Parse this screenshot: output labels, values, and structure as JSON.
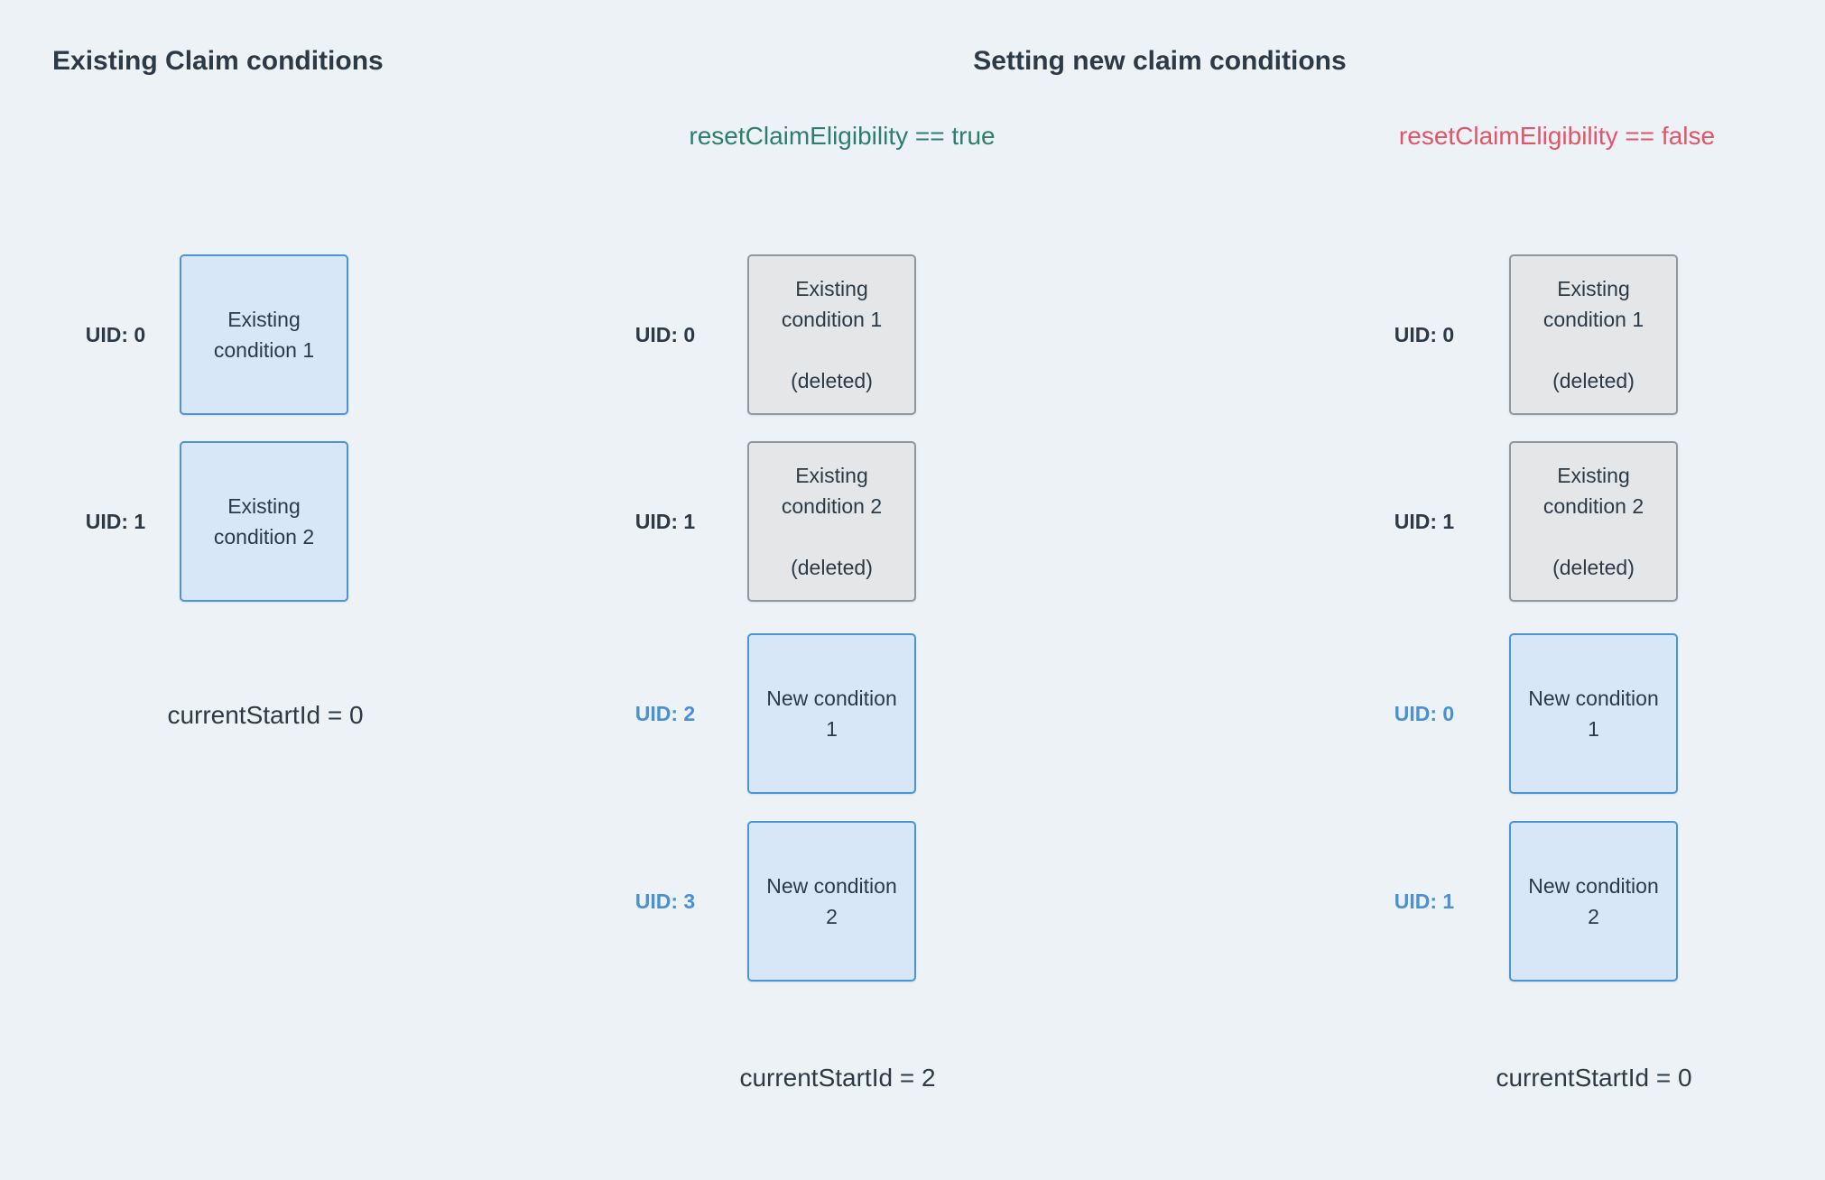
{
  "colors": {
    "background": "#edf2f6",
    "heading_text": "#2c3a47",
    "box_text": "#2c3a47",
    "true_green": "#2e7e6e",
    "false_red": "#e05669",
    "uid_blue": "#4a90d5",
    "blue_box_fill": "#d7e7f7",
    "blue_box_border": "#4b94d8",
    "gray_box_fill": "#e4e6e7",
    "gray_box_border": "#8f989e"
  },
  "left_section": {
    "title": "Existing Claim conditions",
    "rows": [
      {
        "uid": "UID: 0",
        "label": "Existing condition 1"
      },
      {
        "uid": "UID: 1",
        "label": "Existing condition 2"
      }
    ],
    "footer": "currentStartId = 0"
  },
  "right_section": {
    "title": "Setting new claim conditions",
    "true_branch": {
      "subtitle": "resetClaimEligibility == true",
      "rows": [
        {
          "uid": "UID: 0",
          "label": "Existing condition 1",
          "deleted": "(deleted)"
        },
        {
          "uid": "UID: 1",
          "label": "Existing condition 2",
          "deleted": "(deleted)"
        },
        {
          "uid": "UID: 2",
          "label": "New condition 1"
        },
        {
          "uid": "UID: 3",
          "label": "New condition 2"
        }
      ],
      "footer": "currentStartId = 2"
    },
    "false_branch": {
      "subtitle": "resetClaimEligibility == false",
      "rows": [
        {
          "uid": "UID: 0",
          "label": "Existing condition 1",
          "deleted": "(deleted)"
        },
        {
          "uid": "UID: 1",
          "label": "Existing condition 2",
          "deleted": "(deleted)"
        },
        {
          "uid": "UID: 0",
          "label": "New condition 1"
        },
        {
          "uid": "UID: 1",
          "label": "New condition 2"
        }
      ],
      "footer": "currentStartId = 0"
    }
  }
}
